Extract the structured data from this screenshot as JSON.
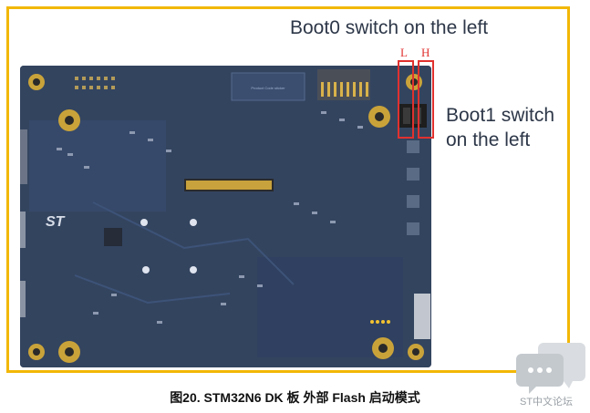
{
  "annotations": {
    "boot0": "Boot0 switch on the left",
    "boot1": "Boot1 switch on the left",
    "label_l": "L",
    "label_h": "H"
  },
  "board": {
    "silkscreen_label": "Product Code sticker",
    "logo_text": "ST"
  },
  "caption": "图20. STM32N6 DK 板 外部 Flash 启动模式",
  "watermark": {
    "text": "ST中文论坛",
    "icon": "chat-bubble-icon"
  },
  "colors": {
    "frame": "#f2b705",
    "annotation_box": "#e0312f",
    "pcb": "#32435f"
  }
}
